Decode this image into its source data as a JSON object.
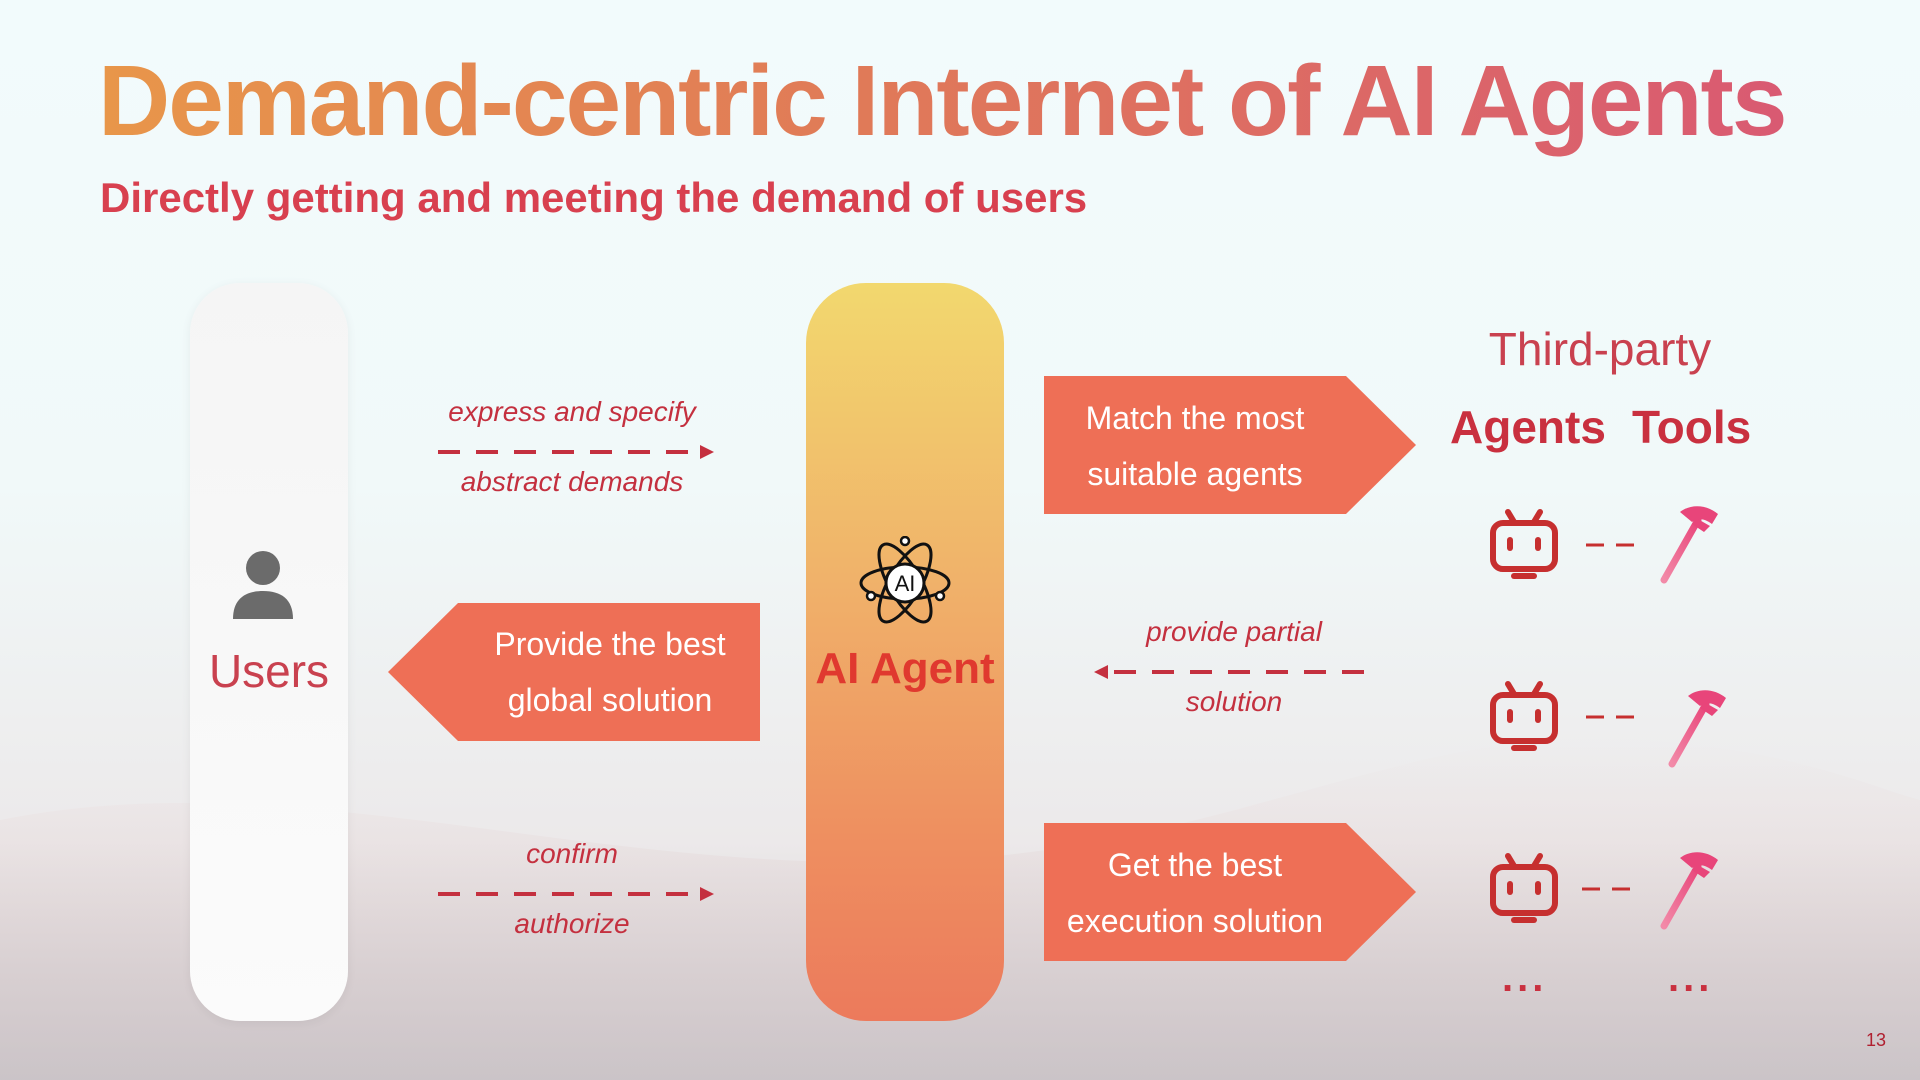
{
  "title": "Demand-centric Internet of AI Agents",
  "subtitle": "Directly getting and meeting the demand of users",
  "users": {
    "label": "Users",
    "icon": "person-icon"
  },
  "ai_agent": {
    "label": "AI Agent",
    "icon_text": "AI",
    "icon": "atom-ai-icon"
  },
  "flows": {
    "express": {
      "top": "express and specify",
      "bottom": "abstract demands"
    },
    "partial": {
      "top": "provide partial",
      "bottom": "solution"
    },
    "confirm": {
      "top": "confirm",
      "bottom": "authorize"
    }
  },
  "shapes": {
    "match": {
      "line1": "Match the most",
      "line2": "suitable agents"
    },
    "provide": {
      "line1": "Provide the best",
      "line2": "global solution"
    },
    "execute": {
      "line1": "Get the best",
      "line2": "execution solution"
    }
  },
  "third_party": {
    "title": "Third-party",
    "agents_label": "Agents",
    "tools_label": "Tools",
    "agent_icon": "robot-icon",
    "tool_icon": "hammer-icon",
    "ellipsis": "..."
  },
  "page_number": "13",
  "colors": {
    "accent": "#ee6f56",
    "text_red": "#c9303f",
    "title_start": "#e8964a",
    "title_end": "#d95a72"
  }
}
